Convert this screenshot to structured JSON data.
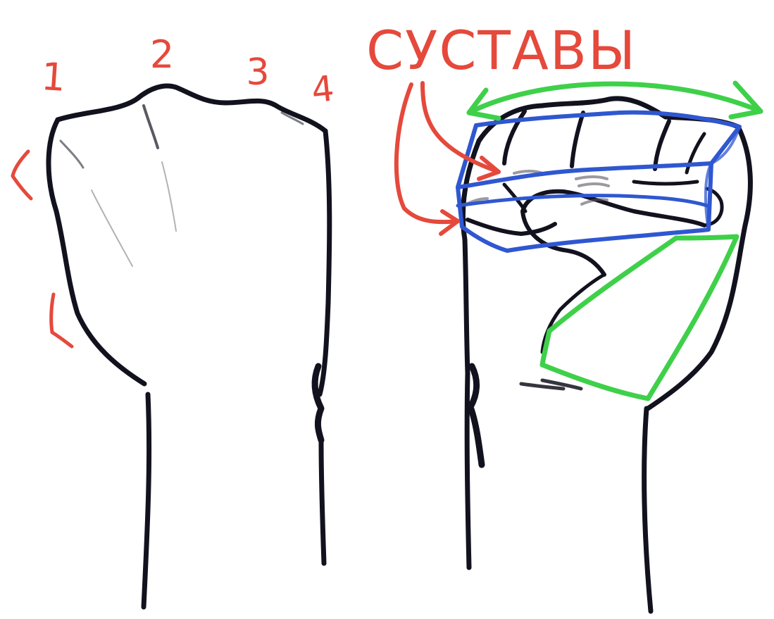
{
  "labels": {
    "joints_title": "СУСТАВЫ",
    "finger_numbers": [
      "1",
      "2",
      "3",
      "4"
    ]
  },
  "colors": {
    "outline": "#12121f",
    "annotation_red": "#e5493c",
    "plane_blue": "#2f57d0",
    "plane_green": "#3fd04a",
    "background": "#ffffff"
  }
}
